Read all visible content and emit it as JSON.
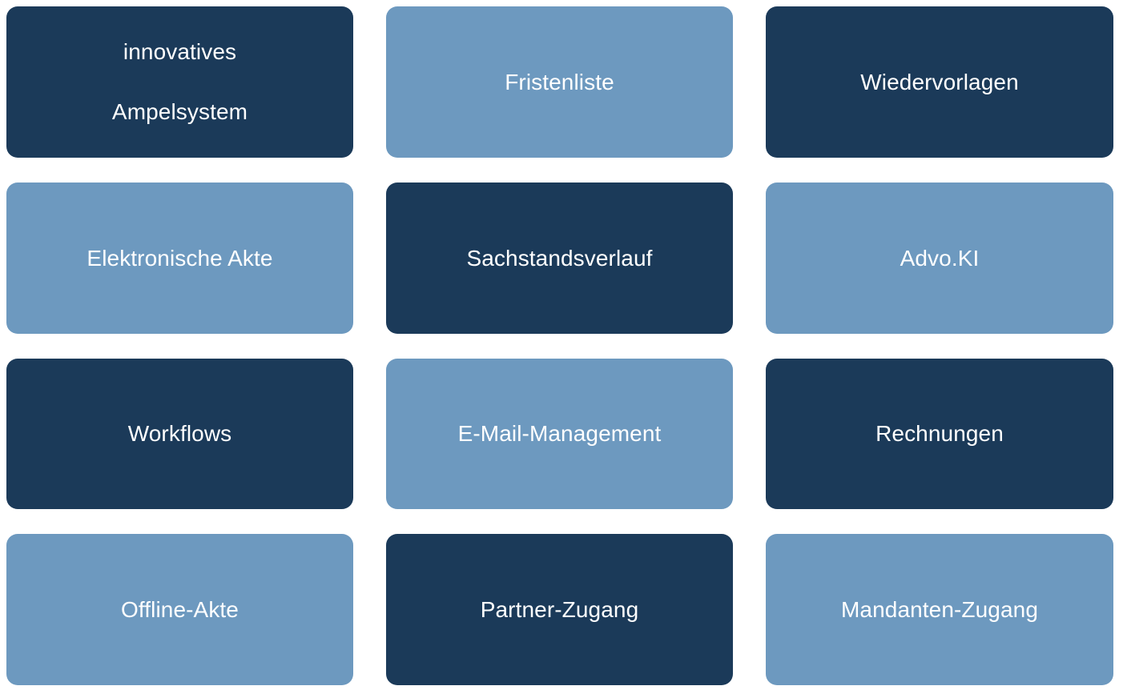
{
  "theme": {
    "dark_color": "#1b3a59",
    "light_color": "#6d99bf",
    "text_color": "#ffffff",
    "background_color": "#ffffff"
  },
  "grid": {
    "columns": 3,
    "rows": 4
  },
  "cards": [
    {
      "id": "ampelsystem",
      "label": "innovatives",
      "label_line2": "Ampelsystem",
      "theme": "dark"
    },
    {
      "id": "fristenliste",
      "label": "Fristenliste",
      "label_line2": "",
      "theme": "light"
    },
    {
      "id": "wiedervorlagen",
      "label": "Wiedervorlagen",
      "label_line2": "",
      "theme": "dark"
    },
    {
      "id": "elektronische-akte",
      "label": "Elektronische Akte",
      "label_line2": "",
      "theme": "light"
    },
    {
      "id": "sachstandsverlauf",
      "label": "Sachstandsverlauf",
      "label_line2": "",
      "theme": "dark"
    },
    {
      "id": "advo-ki",
      "label": "Advo.KI",
      "label_line2": "",
      "theme": "light"
    },
    {
      "id": "workflows",
      "label": "Workflows",
      "label_line2": "",
      "theme": "dark"
    },
    {
      "id": "email-management",
      "label": "E-Mail-Management",
      "label_line2": "",
      "theme": "light"
    },
    {
      "id": "rechnungen",
      "label": "Rechnungen",
      "label_line2": "",
      "theme": "dark"
    },
    {
      "id": "offline-akte",
      "label": "Offline-Akte",
      "label_line2": "",
      "theme": "light"
    },
    {
      "id": "partner-zugang",
      "label": "Partner-Zugang",
      "label_line2": "",
      "theme": "dark"
    },
    {
      "id": "mandanten-zugang",
      "label": "Mandanten-Zugang",
      "label_line2": "",
      "theme": "light"
    }
  ]
}
